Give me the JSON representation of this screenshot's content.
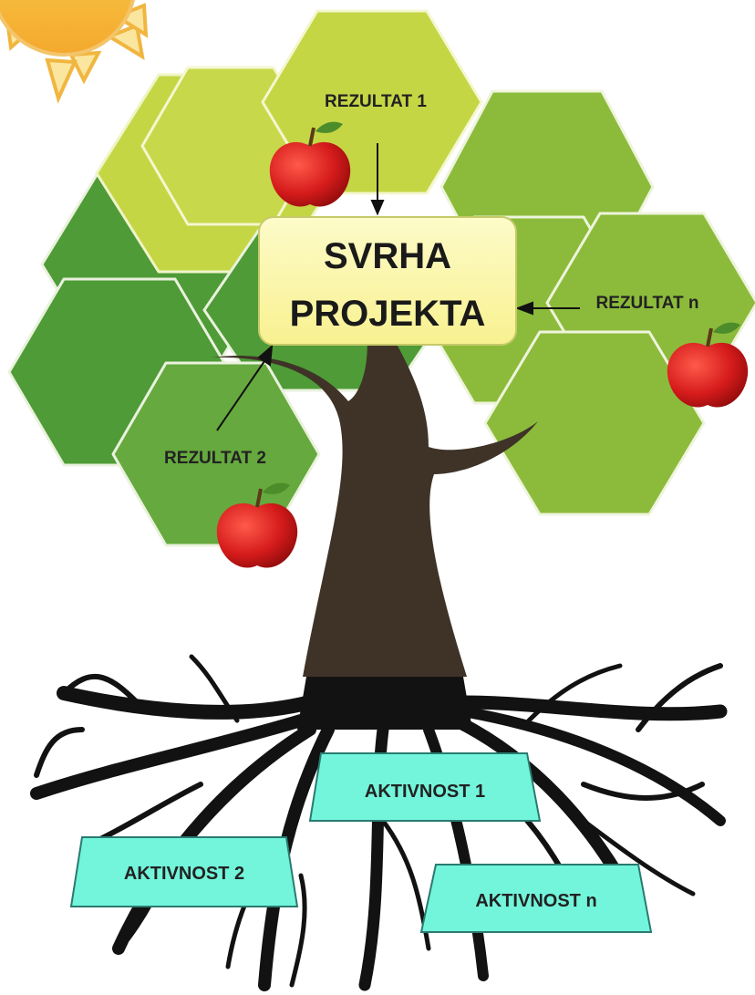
{
  "purpose": {
    "line1": "SVRHA",
    "line2": "PROJEKTA"
  },
  "results": [
    {
      "label": "REZULTAT 1"
    },
    {
      "label": "REZULTAT 2"
    },
    {
      "label": "REZULTAT n"
    }
  ],
  "activities": [
    {
      "label": "AKTIVNOST 1"
    },
    {
      "label": "AKTIVNOST 2"
    },
    {
      "label": "AKTIVNOST n"
    }
  ],
  "colors": {
    "hex_light": "#c5d645",
    "hex_mid": "#8cbb3b",
    "hex_dark": "#4f9b37",
    "purpose_fill": "#fbf7a6",
    "activity_fill": "#72f5db",
    "trunk": "#3f3328",
    "roots": "#121212",
    "apple": "#d81f1f",
    "sun": "#f7c23f"
  }
}
